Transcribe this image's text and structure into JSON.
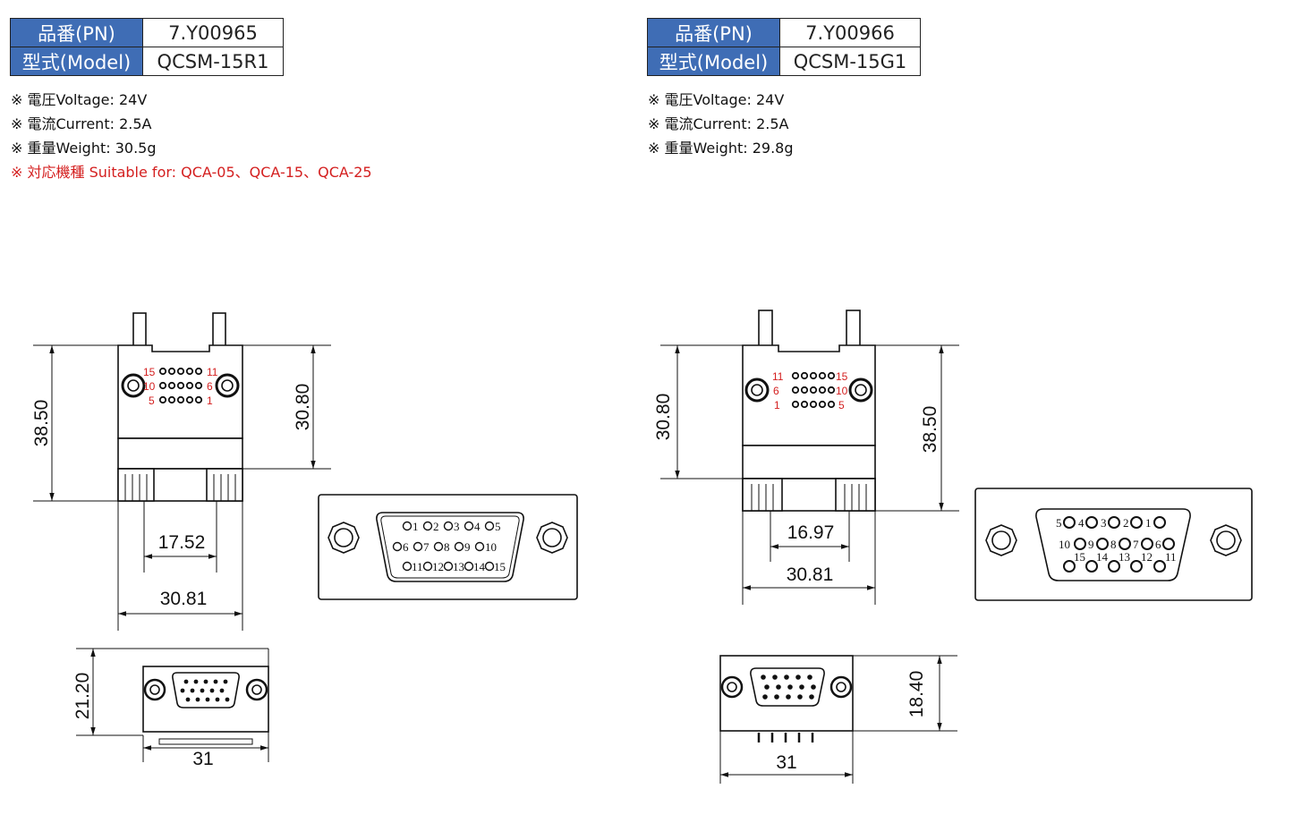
{
  "products": [
    {
      "pn_label": "品番(PN)",
      "pn_value": "7.Y00965",
      "model_label": "型式(Model)",
      "model_value": "QCSM-15R1",
      "notes": [
        "※ 電圧Voltage: 24V",
        "※ 電流Current: 2.5A",
        "※ 重量Weight: 30.5g"
      ],
      "note_red": "※ 対応機種 Suitable for: QCA-05、QCA-15、QCA-25",
      "dims": {
        "height_total": "38.50",
        "height_body": "30.80",
        "inner_width": "17.52",
        "width": "30.81",
        "bottom_height": "21.20",
        "bottom_width": "31"
      },
      "pin_labels_red": [
        "15",
        "11",
        "10",
        "6",
        "5",
        "1"
      ],
      "face_pins": [
        "1",
        "2",
        "3",
        "4",
        "5",
        "6",
        "7",
        "8",
        "9",
        "10",
        "11",
        "12",
        "13",
        "14",
        "15"
      ]
    },
    {
      "pn_label": "品番(PN)",
      "pn_value": "7.Y00966",
      "model_label": "型式(Model)",
      "model_value": "QCSM-15G1",
      "notes": [
        "※ 電圧Voltage: 24V",
        "※ 電流Current: 2.5A",
        "※ 重量Weight: 29.8g"
      ],
      "dims": {
        "height_body": "30.80",
        "height_total": "38.50",
        "inner_width": "16.97",
        "width": "30.81",
        "bottom_height": "18.40",
        "bottom_width": "31"
      },
      "pin_labels_red": [
        "11",
        "15",
        "6",
        "10",
        "1",
        "5"
      ],
      "face_pins": [
        "5",
        "4",
        "3",
        "2",
        "1",
        "10",
        "9",
        "8",
        "7",
        "6",
        "15",
        "14",
        "13",
        "12",
        "11"
      ]
    }
  ]
}
